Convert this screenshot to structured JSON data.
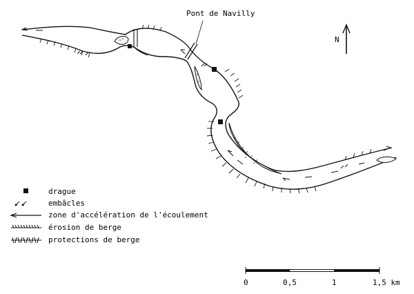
{
  "map": {
    "bridge_label": "Pont de Navilly",
    "north_label": "N",
    "legend": [
      {
        "symbol": "drague-square",
        "label": "drague"
      },
      {
        "symbol": "embacle-arrows",
        "label": "embâcles"
      },
      {
        "symbol": "acceleration-line",
        "label": "zone d'accélération de l'écoulement"
      },
      {
        "symbol": "erosion-line",
        "label": "érosion de berge"
      },
      {
        "symbol": "protection-line",
        "label": "protections de berge"
      }
    ],
    "scale": {
      "labels": [
        "0",
        "0,5",
        "1",
        "1,5 km"
      ],
      "unit": "km"
    }
  }
}
